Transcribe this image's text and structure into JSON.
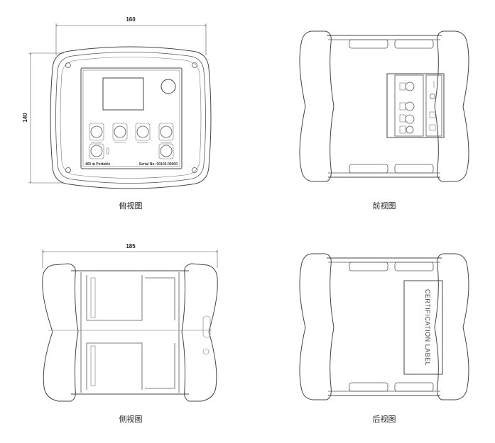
{
  "views": {
    "top": {
      "caption": "俯视图",
      "width_dim": "160",
      "height_dim": "140",
      "panel_left_text": "460 ⊗ Portable",
      "panel_right_text": "Serial No: 00105-00000"
    },
    "front": {
      "caption": "前视图"
    },
    "side": {
      "caption": "侧视图",
      "width_dim": "185"
    },
    "back": {
      "caption": "后视图",
      "label_text": "CERTIFICATION LABEL"
    }
  }
}
